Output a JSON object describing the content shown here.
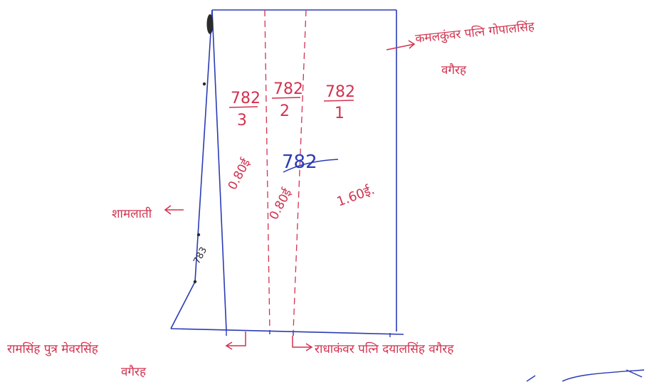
{
  "plots": {
    "p1": {
      "num": "782",
      "den": "3"
    },
    "p2": {
      "num": "782",
      "den": "2"
    },
    "p3": {
      "num": "782",
      "den": "1"
    }
  },
  "main_plot_number": "782",
  "areas": {
    "a1": "0.80ई",
    "a2": "0.80ई",
    "a3": "1.60ई."
  },
  "small_plot_number": "783",
  "labels": {
    "left_middle": "शामलाती",
    "top_right_line1": "कमलकुंवर पत्नि गोपालसिंह",
    "top_right_line2": "वगैरह",
    "bottom_left_line1": "रामसिंह पुत्र मेवरसिंह",
    "bottom_left_line2": "वगैरह",
    "bottom_right": "राधाकंवर पत्नि दयालसिंह वगैरह"
  },
  "colors": {
    "ink_blue": "#2b3bb5",
    "ink_red": "#d2324f"
  }
}
